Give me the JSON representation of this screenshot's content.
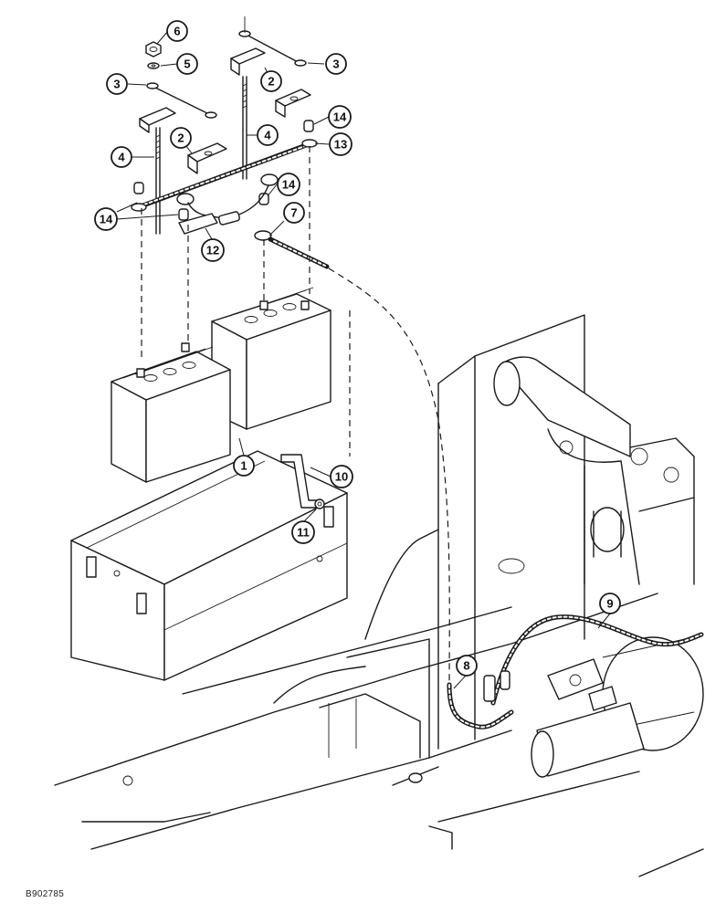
{
  "figure": {
    "reference_code": "B902785"
  },
  "callouts": [
    {
      "id": "c6",
      "label": "6"
    },
    {
      "id": "c5",
      "label": "5"
    },
    {
      "id": "c3a",
      "label": "3"
    },
    {
      "id": "c3b",
      "label": "3"
    },
    {
      "id": "c2a",
      "label": "2"
    },
    {
      "id": "c2b",
      "label": "2"
    },
    {
      "id": "c14a",
      "label": "14"
    },
    {
      "id": "c4a",
      "label": "4"
    },
    {
      "id": "c4b",
      "label": "4"
    },
    {
      "id": "c13",
      "label": "13"
    },
    {
      "id": "c14b",
      "label": "14"
    },
    {
      "id": "c14c",
      "label": "14"
    },
    {
      "id": "c7",
      "label": "7"
    },
    {
      "id": "c12",
      "label": "12"
    },
    {
      "id": "c1",
      "label": "1"
    },
    {
      "id": "c10",
      "label": "10"
    },
    {
      "id": "c11",
      "label": "11"
    },
    {
      "id": "c9",
      "label": "9"
    },
    {
      "id": "c8",
      "label": "8"
    }
  ]
}
